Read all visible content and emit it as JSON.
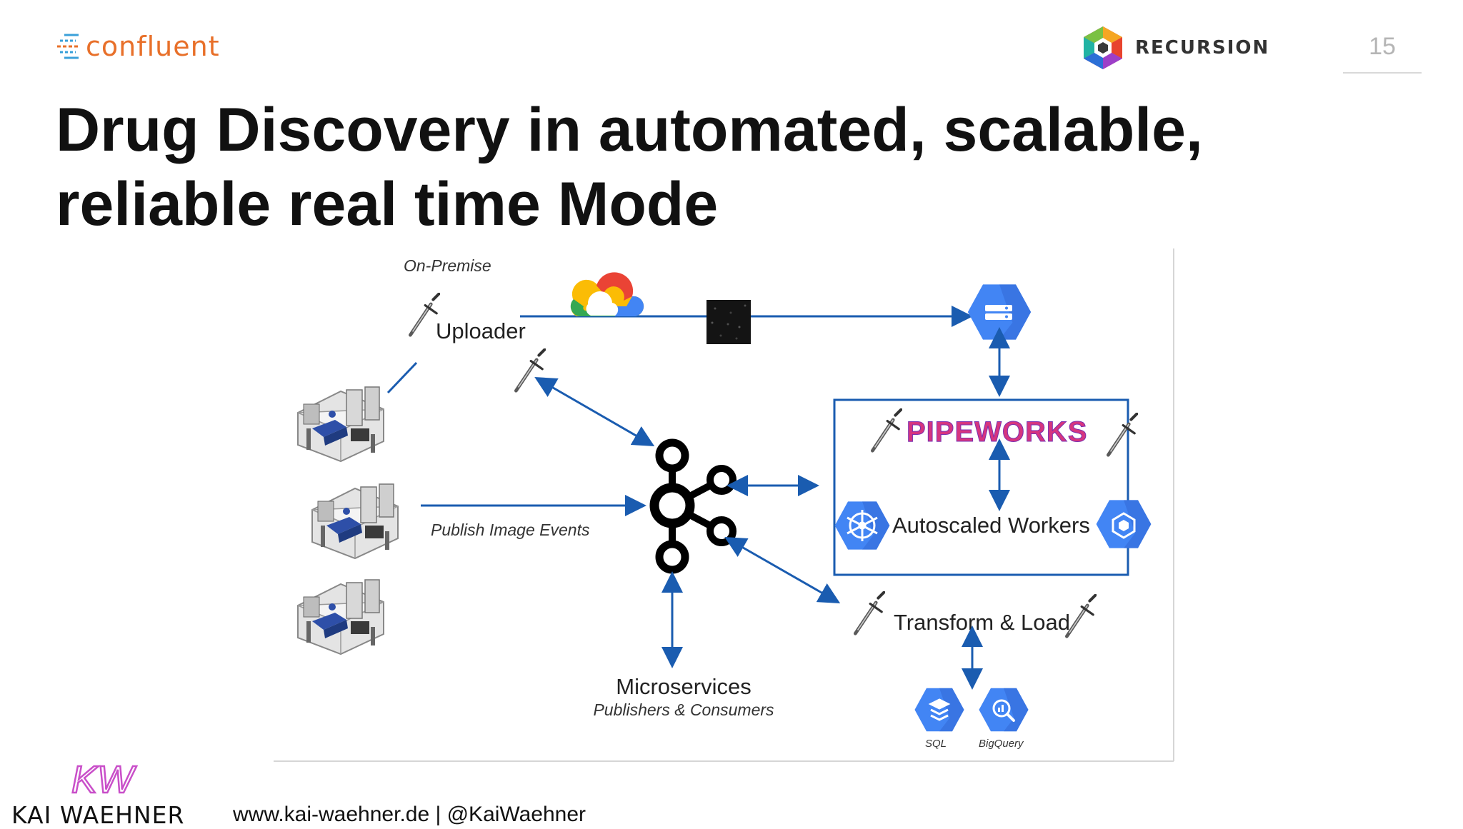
{
  "header": {
    "confluent_logo": "confluent",
    "recursion_logo": "RECURSION",
    "page_number": "15"
  },
  "title": "Drug Discovery in automated, scalable, reliable real time Mode",
  "diagram": {
    "on_premise_label": "On-Premise",
    "uploader_label": "Uploader",
    "publish_label": "Publish Image Events",
    "pipeworks_label": "PIPEWORKS",
    "autoscaled_label": "Autoscaled Workers",
    "transform_label": "Transform & Load",
    "microservices_label": "Microservices",
    "microservices_sub": "Publishers & Consumers",
    "sql_label": "SQL",
    "bigquery_label": "BigQuery",
    "icons": [
      "google-cloud-icon",
      "cloud-storage-icon",
      "kafka-icon",
      "kubernetes-icon",
      "compute-engine-icon",
      "cloud-sql-icon",
      "bigquery-icon",
      "sword-icon",
      "lab-robot-icon",
      "image-tile-icon"
    ],
    "colors": {
      "arrow": "#1a5cb0",
      "gcp_blue": "#4285f4",
      "box_border": "#1a5cb0"
    }
  },
  "footer": {
    "brand_monogram": "KW",
    "brand_name": "KAI WAEHNER",
    "url_handle": "www.kai-waehner.de | @KaiWaehner"
  }
}
